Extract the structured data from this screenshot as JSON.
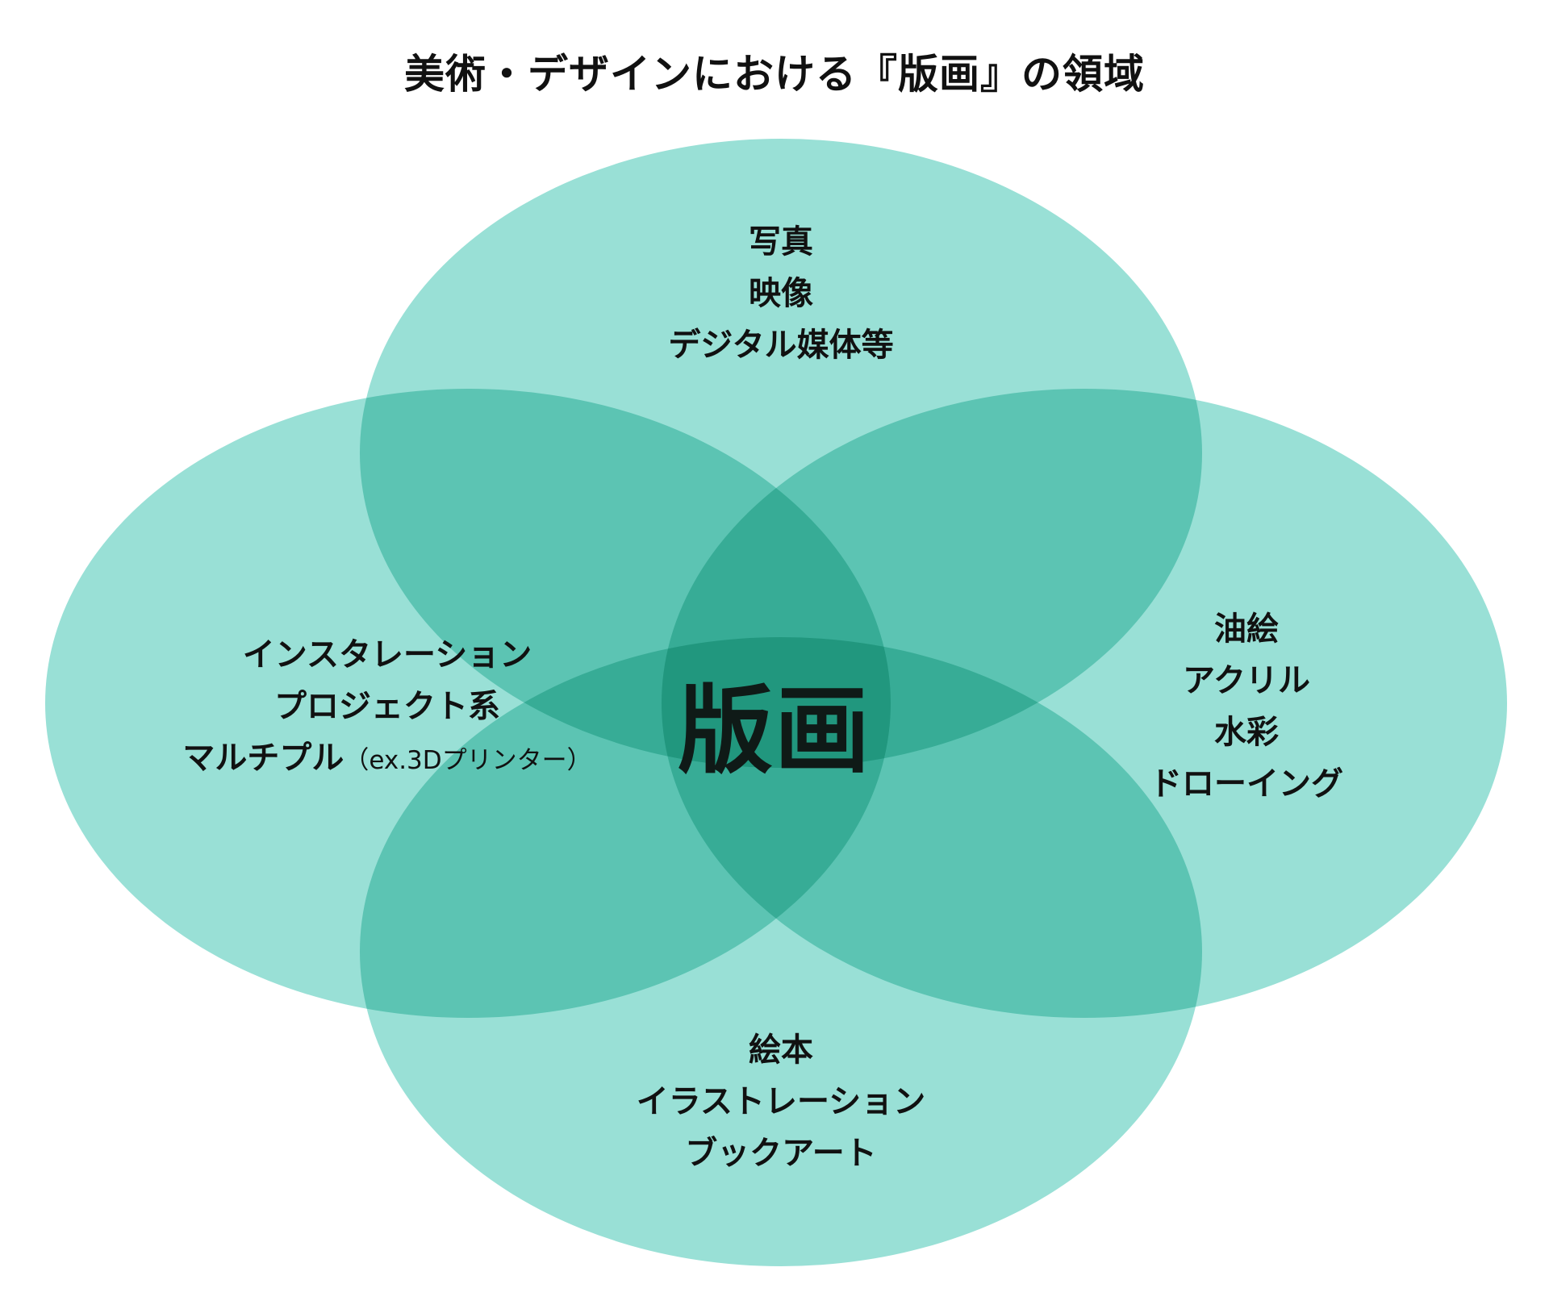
{
  "title": "美術・デザインにおける『版画』の領域",
  "center": {
    "label": "版画"
  },
  "colors": {
    "petal_fill": "#99e0d6",
    "text": "#111111"
  },
  "petals": {
    "top": {
      "lines": [
        "写真",
        "映像",
        "デジタル媒体等"
      ]
    },
    "left": {
      "lines": [
        "インスタレーション",
        "プロジェクト系"
      ],
      "last_line_main": "マルチプル",
      "last_line_note": "（ex.3Dプリンター）"
    },
    "right": {
      "lines": [
        "油絵",
        "アクリル",
        "水彩",
        "ドローイング"
      ]
    },
    "bottom": {
      "lines": [
        "絵本",
        "イラストレーション",
        "ブックアート"
      ]
    }
  }
}
